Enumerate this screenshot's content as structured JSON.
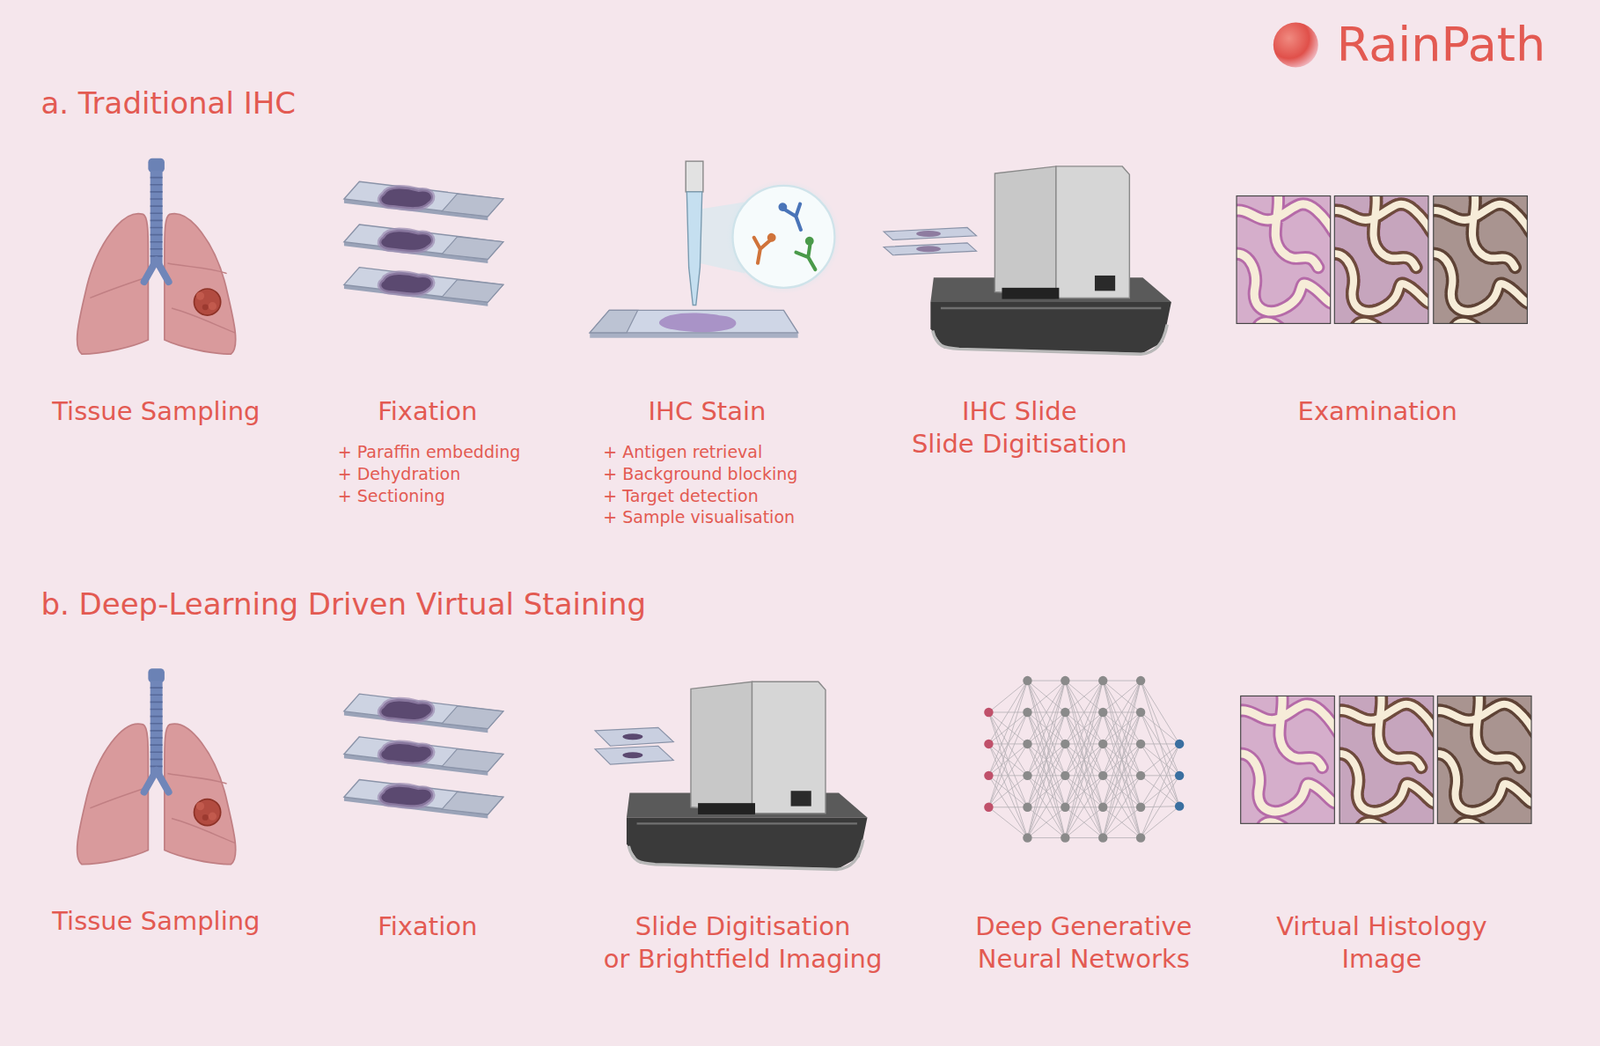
{
  "diagram": {
    "labels": [
      "RainPath",
      "a. Traditional IHC",
      "Tissue Sampling",
      "Fixation",
      "+ Paraffin embedding",
      "+ Dehydration",
      "+ Sectioning",
      "IHC Stain",
      "+ Antigen retrieval",
      "+ Background blocking",
      "+ Target detection",
      "+ Sample visualisation",
      "IHC Slide",
      "Slide Digitisation",
      "Examination",
      "b. Deep-Learning Driven Virtual Staining",
      "Tissue Sampling",
      "Fixation",
      "Slide Digitisation",
      "or Brightfield Imaging",
      "Deep Generative",
      "Neural Networks",
      "Virtual Histology",
      "Image"
    ]
  }
}
